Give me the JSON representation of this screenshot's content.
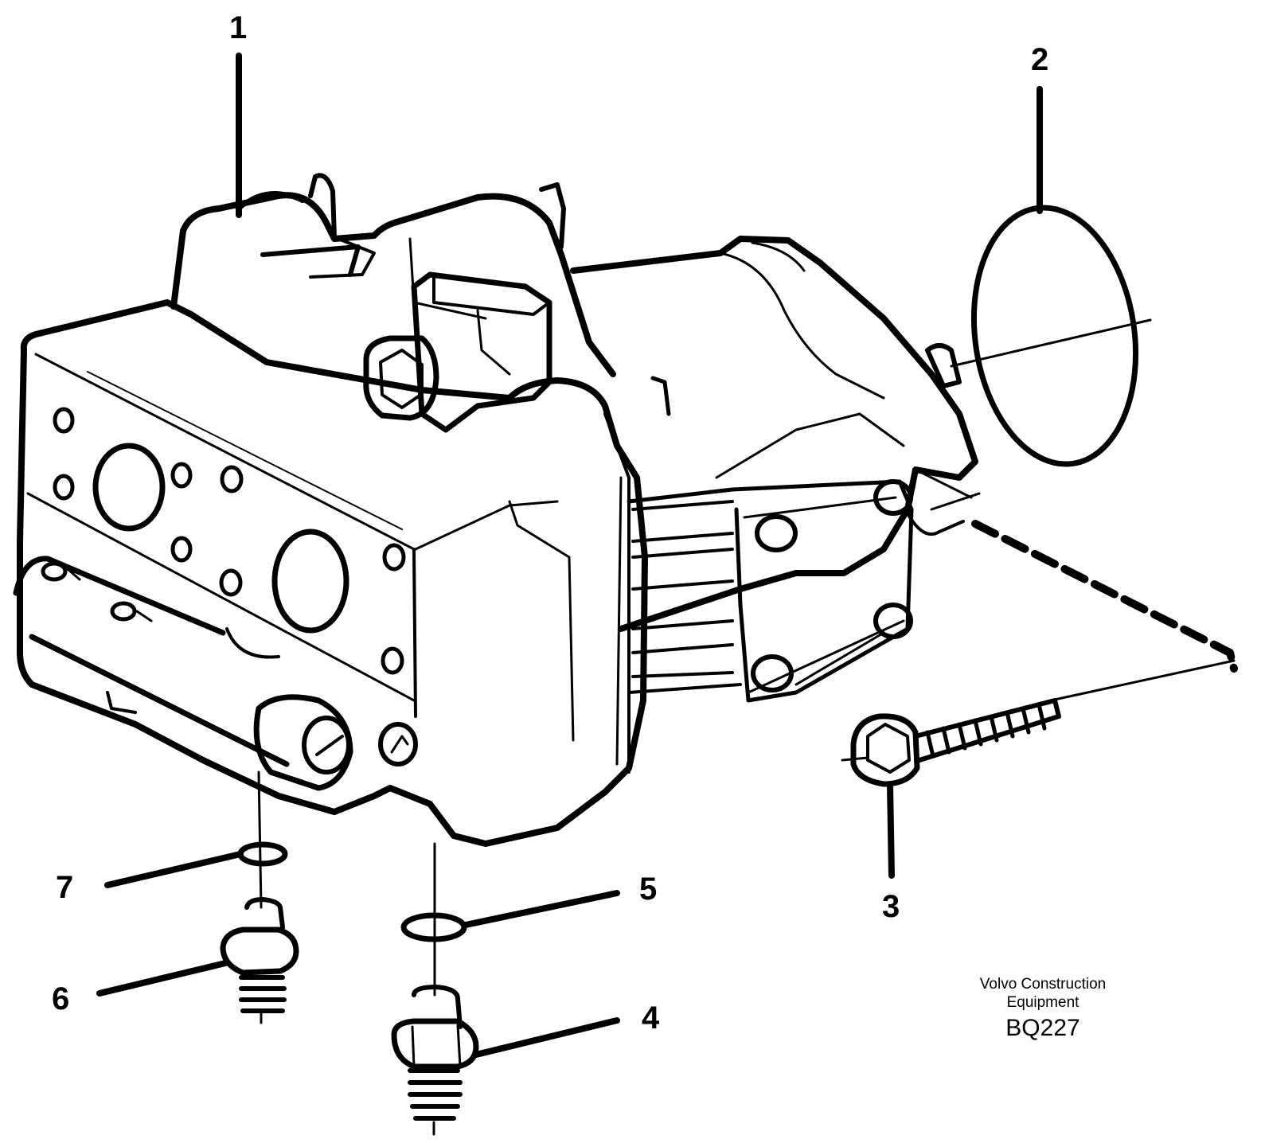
{
  "callouts": [
    {
      "id": "1",
      "label": "1"
    },
    {
      "id": "2",
      "label": "2"
    },
    {
      "id": "3",
      "label": "3"
    },
    {
      "id": "4",
      "label": "4"
    },
    {
      "id": "5",
      "label": "5"
    },
    {
      "id": "6",
      "label": "6"
    },
    {
      "id": "7",
      "label": "7"
    }
  ],
  "credit": {
    "line1": "Volvo Construction",
    "line2": "Equipment",
    "code": "BQ227"
  },
  "colors": {
    "ink": "#000000",
    "paper": "#ffffff"
  }
}
